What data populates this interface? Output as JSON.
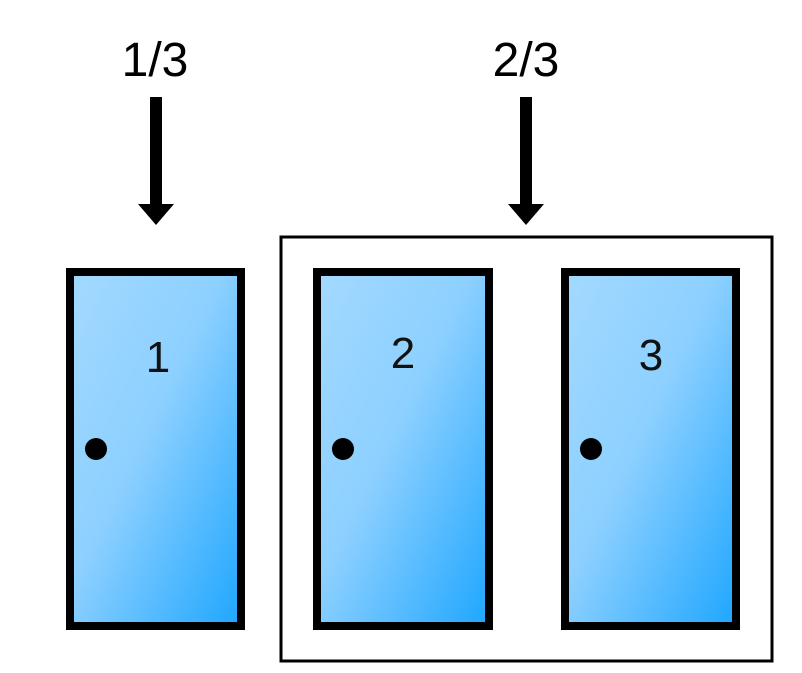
{
  "labels": {
    "left_probability": "1/3",
    "right_probability": "2/3"
  },
  "doors": [
    {
      "number": "1"
    },
    {
      "number": "2"
    },
    {
      "number": "3"
    }
  ],
  "colors": {
    "door_light": "#a8dcff",
    "door_dark": "#1ea6ff",
    "outline": "#000000"
  }
}
